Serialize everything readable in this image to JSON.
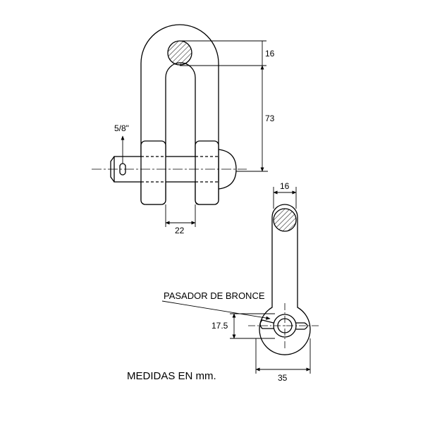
{
  "drawing": {
    "front_view": {
      "dim_top_thickness": "16",
      "dim_inner_height": "73",
      "dim_inner_width": "22",
      "dim_pin": "5/8\""
    },
    "side_view": {
      "dim_top_thickness": "16",
      "dim_eye_height": "17.5",
      "dim_eye_width": "35",
      "pin_label": "PASADOR DE BRONCE"
    },
    "caption": "MEDIDAS EN mm."
  }
}
